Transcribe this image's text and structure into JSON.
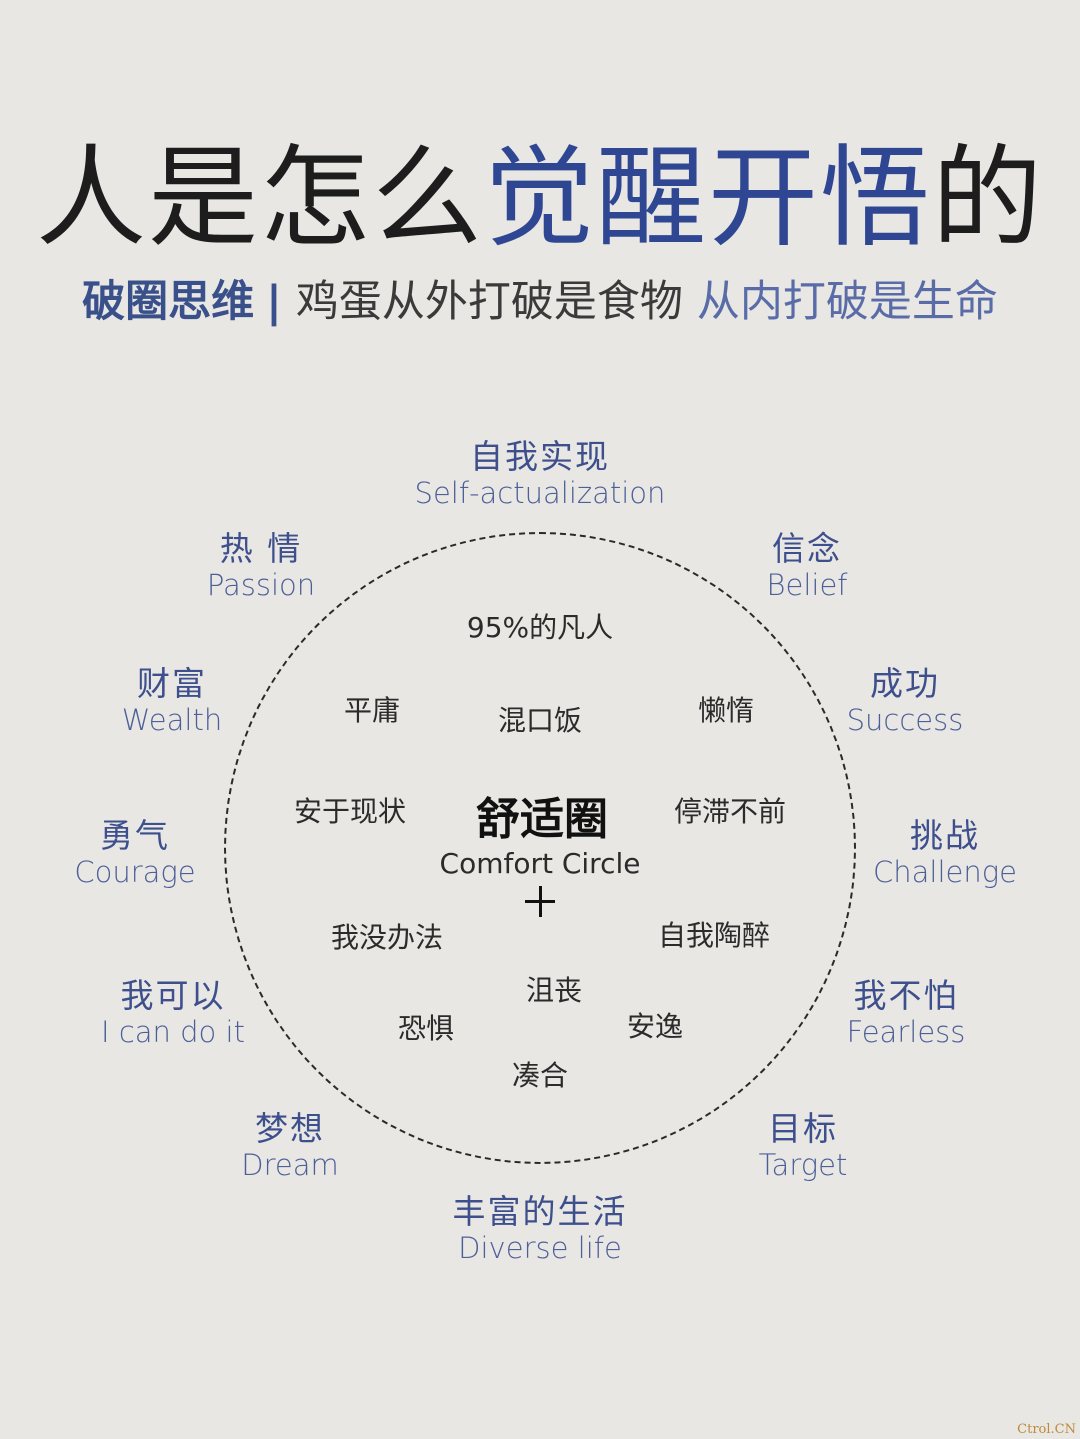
{
  "title": {
    "part1": "人是怎么",
    "part2": "觉醒开悟",
    "part3": "的"
  },
  "subtitle": {
    "bold": "破圈思维",
    "separator": "|",
    "dark": "鸡蛋从外打破是食物",
    "blue": "从内打破是生命"
  },
  "outer_labels": [
    {
      "cn": "自我实现",
      "en": "Self-actualization"
    },
    {
      "cn": "信念",
      "en": "Belief"
    },
    {
      "cn": "成功",
      "en": "Success"
    },
    {
      "cn": "挑战",
      "en": "Challenge"
    },
    {
      "cn": "我不怕",
      "en": "Fearless"
    },
    {
      "cn": "目标",
      "en": "Target"
    },
    {
      "cn": "丰富的生活",
      "en": "Diverse life"
    },
    {
      "cn": "梦想",
      "en": "Dream"
    },
    {
      "cn": "我可以",
      "en": "I can do it"
    },
    {
      "cn": "勇气",
      "en": "Courage"
    },
    {
      "cn": "财富",
      "en": "Wealth"
    },
    {
      "cn": "热 情",
      "en": "Passion"
    }
  ],
  "inner_labels": [
    "95%的凡人",
    "平庸",
    "混口饭",
    "懒惰",
    "安于现状",
    "停滞不前",
    "我没办法",
    "自我陶醉",
    "沮丧",
    "恐惧",
    "安逸",
    "凑合"
  ],
  "center": {
    "cn": "舒适圈",
    "en": "Comfort Circle"
  },
  "watermark": "Ctrol.CN",
  "colors": {
    "blue_accent": "#2f4793",
    "outer_text": "#3d4f8c",
    "background": "#e8e7e3"
  }
}
